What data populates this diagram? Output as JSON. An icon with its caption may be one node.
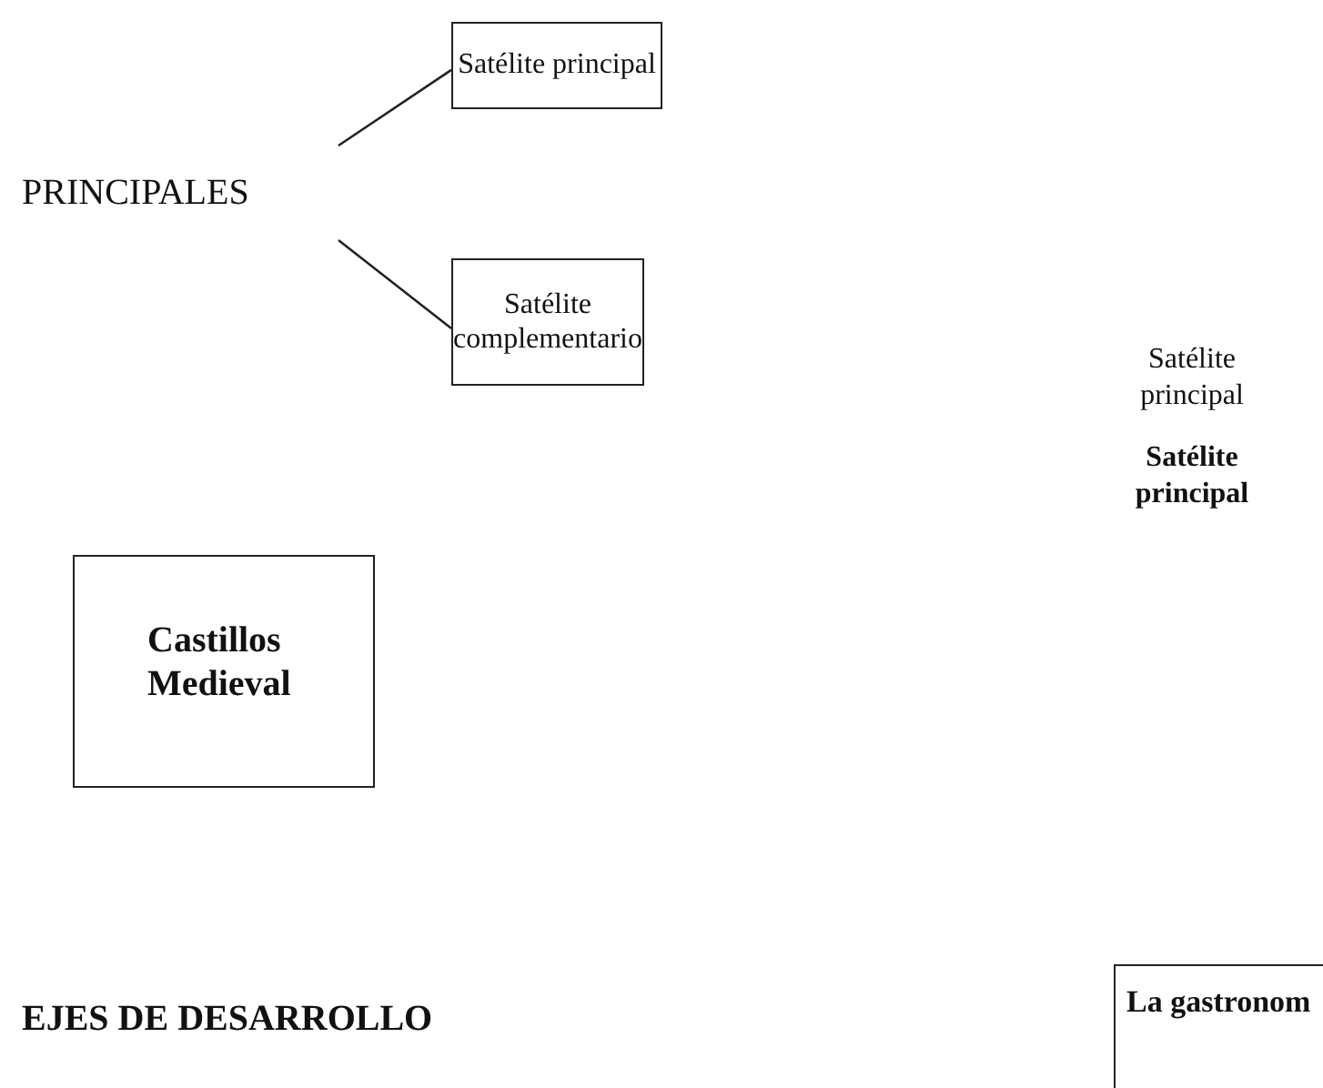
{
  "diagram": {
    "nodes": [
      {
        "text": [
          "PRINCIPALES"
        ]
      },
      {
        "text": [
          "Satélite principal"
        ]
      },
      {
        "text": [
          "Satélite complementario"
        ]
      },
      {
        "text": [
          "Castillos Medieval"
        ]
      },
      {
        "text": [
          "La gastronom"
        ]
      }
    ],
    "edges": [
      {
        "from": 0,
        "to": 1,
        "arrow": "none"
      },
      {
        "from": 0,
        "to": 2,
        "arrow": "none"
      }
    ],
    "labels": [
      "Satélite principal",
      "Satélite principal",
      "EJES DE DESARROLLO"
    ]
  }
}
